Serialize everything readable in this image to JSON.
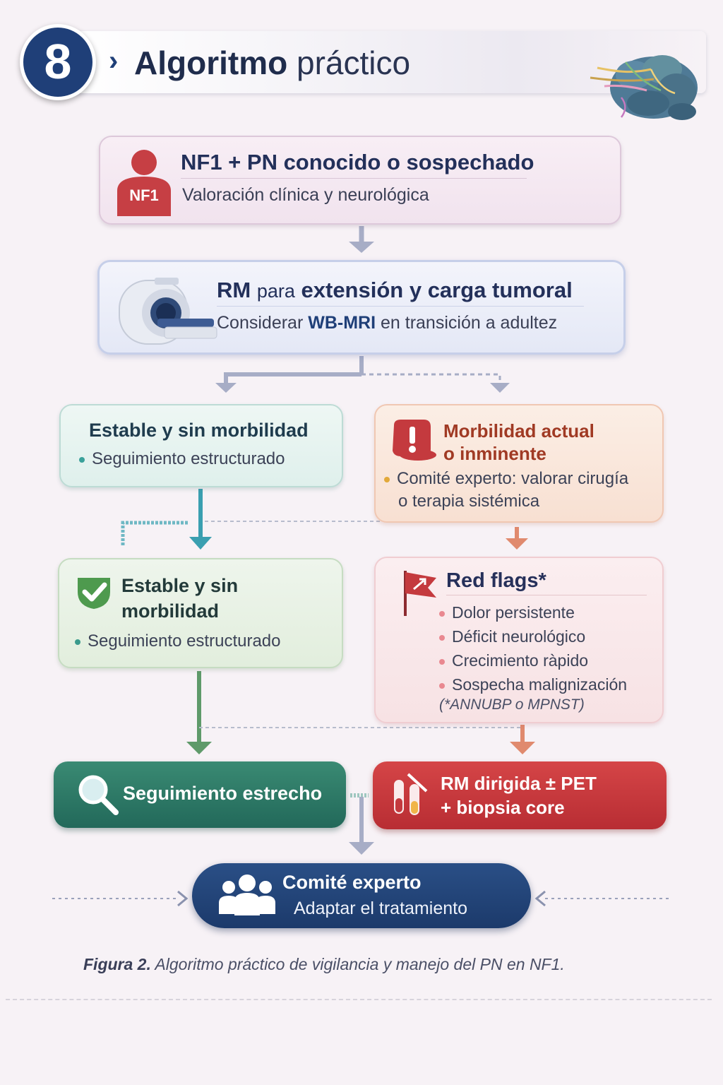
{
  "header": {
    "section_number": "8",
    "title_bold": "Algoritmo",
    "title_light": "práctico"
  },
  "nodes": {
    "nf1": {
      "badge": "NF1",
      "title": "NF1 + PN conocido o sospechado",
      "subtitle": "Valoración clínica y neurológica"
    },
    "rm": {
      "title_bold_1": "RM",
      "title_light": "para",
      "title_bold_2": "extensión y carga tumoral",
      "subtitle_1": "Considerar",
      "subtitle_2": "WB-MRI",
      "subtitle_3": "en transición a adultez"
    },
    "stable_1": {
      "title": "Estable y sin morbilidad",
      "bullet": "Seguimiento estructurado"
    },
    "morbidity": {
      "title_line1": "Morbilidad actual",
      "title_line2": "o inminente",
      "bullet_line1": "Comité experto: valorar cirugía",
      "bullet_line2": "o terapia sistémica"
    },
    "stable_2": {
      "title_line1": "Estable y sin",
      "title_line2": "morbilidad",
      "bullet": "Seguimiento estructurado"
    },
    "red_flags": {
      "title": "Red flags*",
      "items": [
        "Dolor persistente",
        "Déficit neurológico",
        "Crecimiento ràpido",
        "Sospecha malignización"
      ],
      "footnote": "(*ANNUBP o MPNST)"
    },
    "close_followup": {
      "title": "Seguimiento estrecho"
    },
    "targeted_rm": {
      "title_line1": "RM dirigida ± PET",
      "title_line2": "+ biopsia core"
    },
    "committee": {
      "title": "Comité experto",
      "subtitle": "Adaptar el tratamiento"
    }
  },
  "caption": {
    "label": "Figura 2.",
    "text": "Algoritmo práctico de vigilancia y manejo del PN en NF1."
  },
  "colors": {
    "navy": "#1f3f78",
    "teal_arrow": "#3a9fb0",
    "green_arrow": "#5f9a6a",
    "orange_arrow": "#e08a6e",
    "grey_arrow": "#a7adc6",
    "close_followup_fill": "#2b7a66",
    "targeted_rm_fill": "#c43a3e",
    "committee_fill": "#23467c"
  },
  "icons": [
    "person-nf1-icon",
    "mri-scanner-icon",
    "alert-icon",
    "checkmark-shield-icon",
    "red-flag-icon",
    "magnifier-icon",
    "biopsy-tubes-icon",
    "team-icon",
    "nerve-brain-illustration"
  ]
}
